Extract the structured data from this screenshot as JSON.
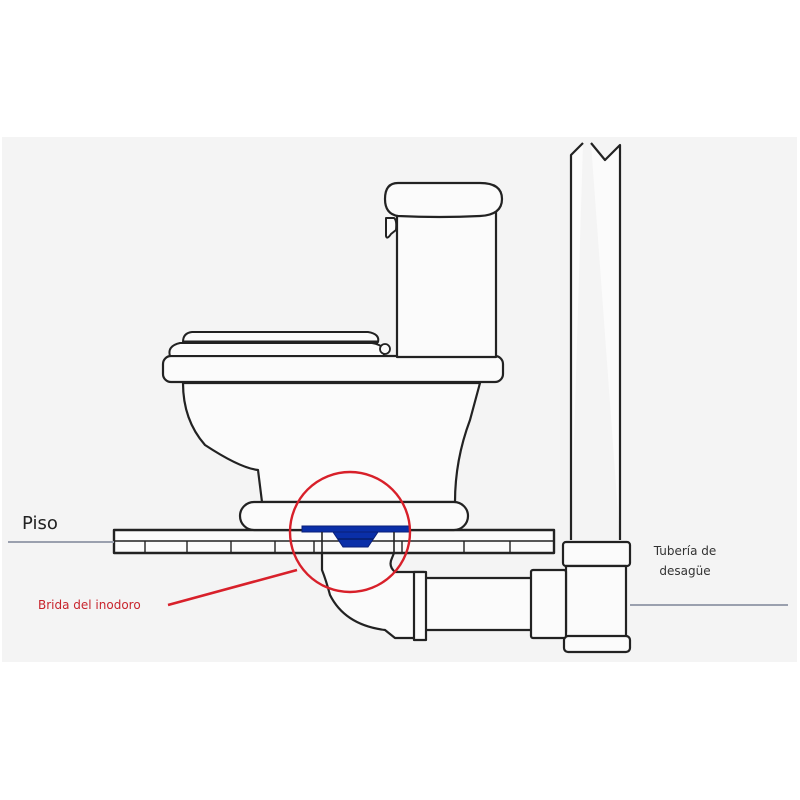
{
  "diagram": {
    "title": "",
    "labels": {
      "floor": "Piso",
      "flange": "Brida del inodoro",
      "drain_pipe_line1": "Tubería de",
      "drain_pipe_line2": "desagüe"
    },
    "components": [
      {
        "id": "toilet-tank",
        "name": "Toilet tank"
      },
      {
        "id": "tank-lever",
        "name": "Flush lever"
      },
      {
        "id": "toilet-seat",
        "name": "Toilet seat and lid"
      },
      {
        "id": "toilet-bowl",
        "name": "Toilet bowl"
      },
      {
        "id": "floor",
        "name": "Piso"
      },
      {
        "id": "toilet-flange",
        "name": "Brida del inodoro"
      },
      {
        "id": "drain-elbow",
        "name": "Drain elbow"
      },
      {
        "id": "horizontal-drain",
        "name": "Horizontal drain pipe"
      },
      {
        "id": "vertical-stack",
        "name": "Tubería de desagüe"
      }
    ],
    "colors": {
      "background": "#f4f4f4",
      "outline": "#222222",
      "fill": "#fbfbfb",
      "flange": "#0a2fa8",
      "highlight_circle": "#d8202a",
      "callout_text": "#c8242c",
      "guide_lines": "#9aa0ae"
    }
  }
}
